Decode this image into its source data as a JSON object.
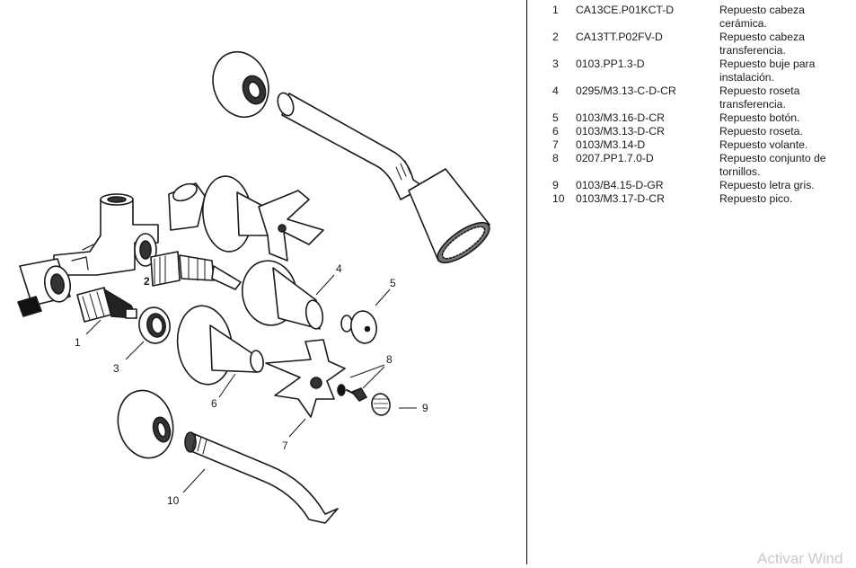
{
  "callouts": {
    "c1": "1",
    "c2": "2",
    "c3": "3",
    "c4": "4",
    "c5": "5",
    "c6": "6",
    "c7": "7",
    "c8": "8",
    "c9": "9",
    "c10": "10"
  },
  "parts": [
    {
      "num": "1",
      "code": "CA13CE.P01KCT-D",
      "desc": "Repuesto cabeza cerámica."
    },
    {
      "num": "2",
      "code": "CA13TT.P02FV-D",
      "desc": "Repuesto cabeza transferencia."
    },
    {
      "num": "3",
      "code": "0103.PP1.3-D",
      "desc": "Repuesto buje para instalación."
    },
    {
      "num": "4",
      "code": "0295/M3.13-C-D-CR",
      "desc": "Repuesto roseta transferencia."
    },
    {
      "num": "5",
      "code": "0103/M3.16-D-CR",
      "desc": "Repuesto botón."
    },
    {
      "num": "6",
      "code": "0103/M3.13-D-CR",
      "desc": "Repuesto roseta."
    },
    {
      "num": "7",
      "code": "0103/M3.14-D",
      "desc": "Repuesto volante."
    },
    {
      "num": "8",
      "code": "0207.PP1.7.0-D",
      "desc": "Repuesto conjunto de tornillos."
    },
    {
      "num": "9",
      "code": "0103/B4.15-D-GR",
      "desc": "Repuesto letra gris."
    },
    {
      "num": "10",
      "code": "0103/M3.17-D-CR",
      "desc": "Repuesto pico."
    }
  ],
  "watermark": "Activar Wind",
  "colors": {
    "line": "#1a1a1a",
    "fill": "#ffffff",
    "watermark": "#c9c9c9"
  }
}
